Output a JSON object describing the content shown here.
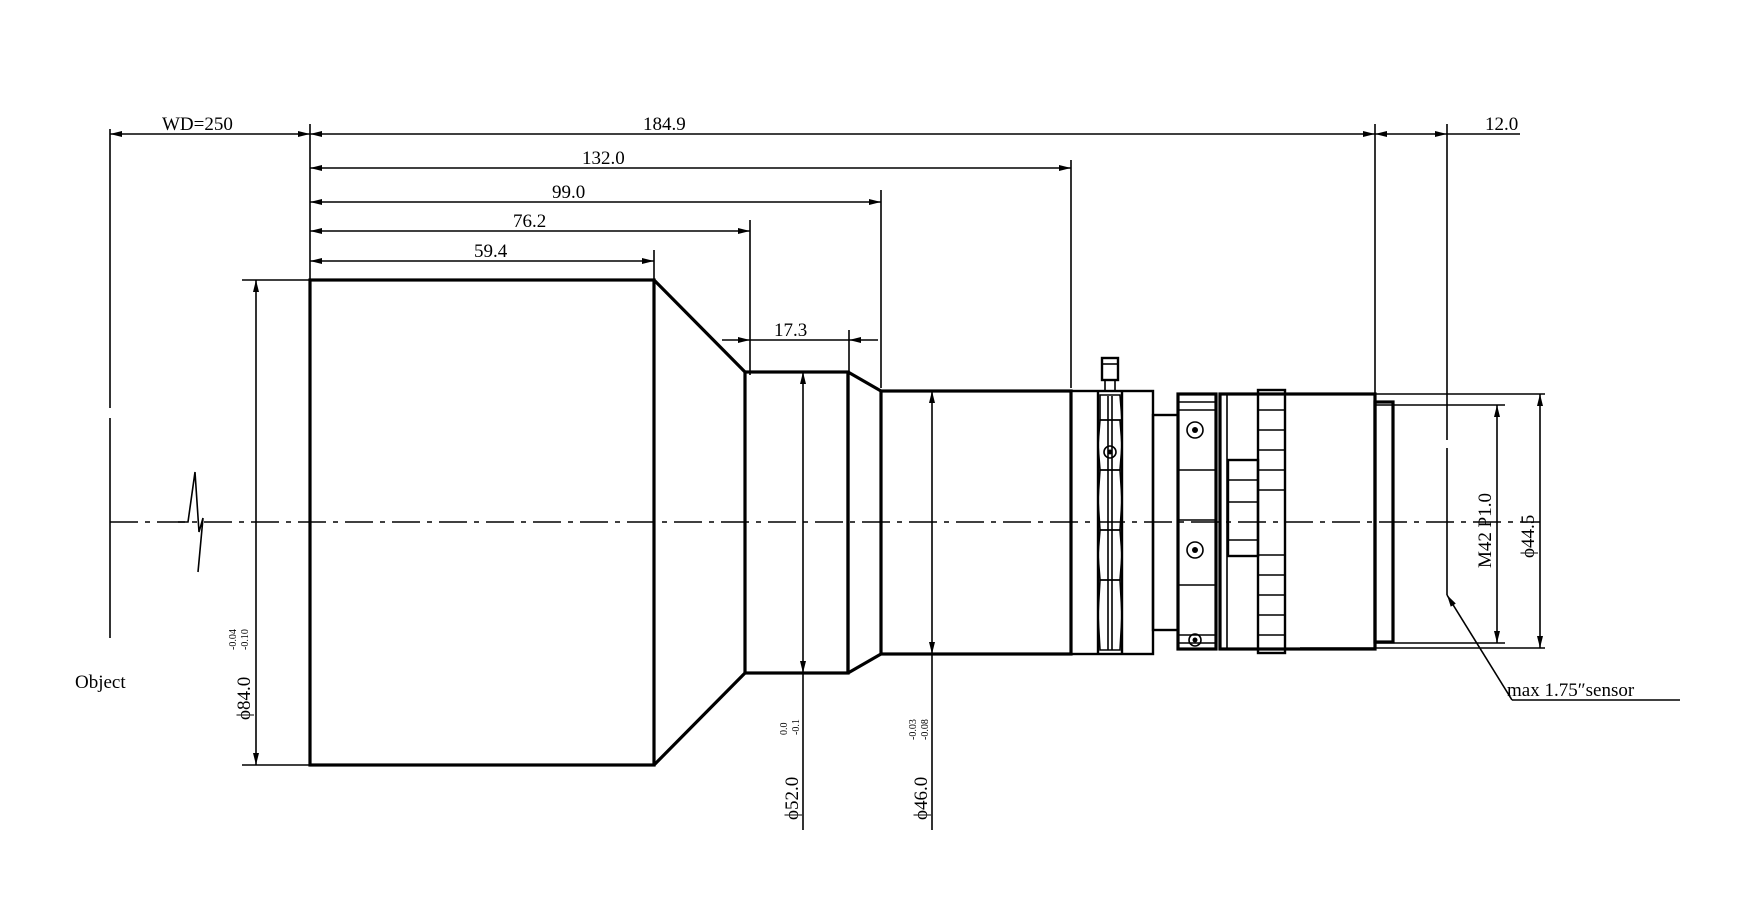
{
  "diagram": {
    "dimensions_horizontal": {
      "working_distance": "WD=250",
      "overall_length": "184.9",
      "back_focal": "12.0",
      "len_132": "132.0",
      "len_99": "99.0",
      "len_76": "76.2",
      "len_59": "59.4",
      "len_17": "17.3"
    },
    "diameters": {
      "d84": {
        "label": "ϕ84.0",
        "tol_upper": "-0.04",
        "tol_lower": "-0.10"
      },
      "d52": {
        "label": "ϕ52.0",
        "tol_upper": "0.0",
        "tol_lower": "-0.1"
      },
      "d46": {
        "label": "ϕ46.0",
        "tol_upper": "-0.03",
        "tol_lower": "-0.08"
      },
      "thread": {
        "label": "M42 P1.0"
      },
      "d44": {
        "label": "ϕ44.5"
      }
    },
    "labels": {
      "object": "Object",
      "sensor": "max 1.75″sensor"
    }
  }
}
